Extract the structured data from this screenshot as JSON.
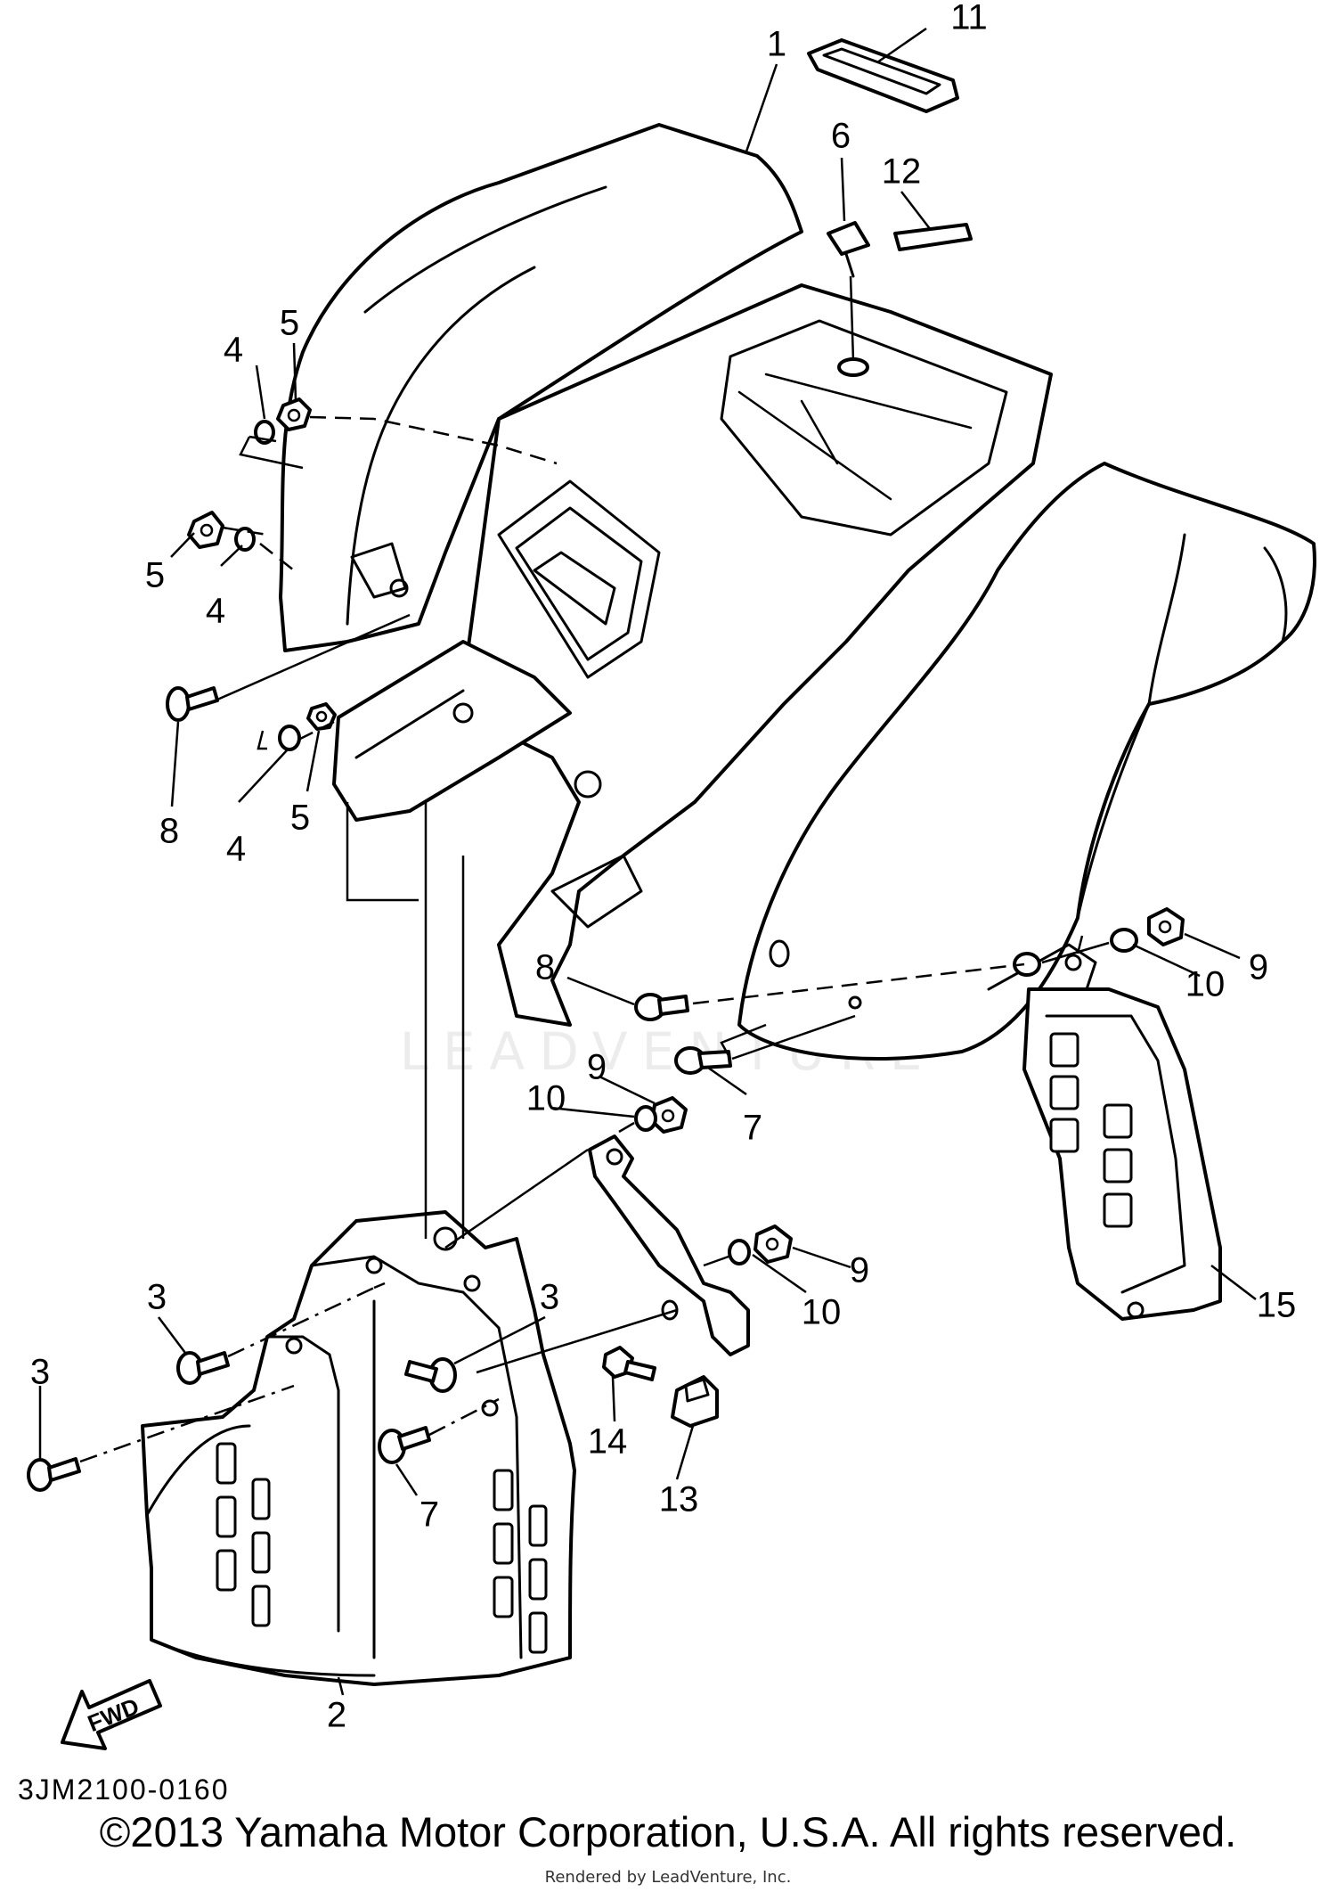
{
  "diagram_code": "3JM2100-0160",
  "copyright": "©2013 Yamaha Motor Corporation, U.S.A. All rights reserved.",
  "rendered_by": "Rendered by LeadVenture, Inc.",
  "watermark": "LEADVENTURE",
  "fwd_label": "FWD",
  "callouts": {
    "c1": "1",
    "c2": "2",
    "c3a": "3",
    "c3b": "3",
    "c3c": "3",
    "c4a": "4",
    "c4b": "4",
    "c4c": "4",
    "c5a": "5",
    "c5b": "5",
    "c5c": "5",
    "c6": "6",
    "c7a": "7",
    "c7b": "7",
    "c8a": "8",
    "c8b": "8",
    "c9a": "9",
    "c9b": "9",
    "c9c": "9",
    "c10a": "10",
    "c10b": "10",
    "c10c": "10",
    "c11": "11",
    "c12": "12",
    "c13": "13",
    "c14": "14",
    "c15": "15"
  }
}
